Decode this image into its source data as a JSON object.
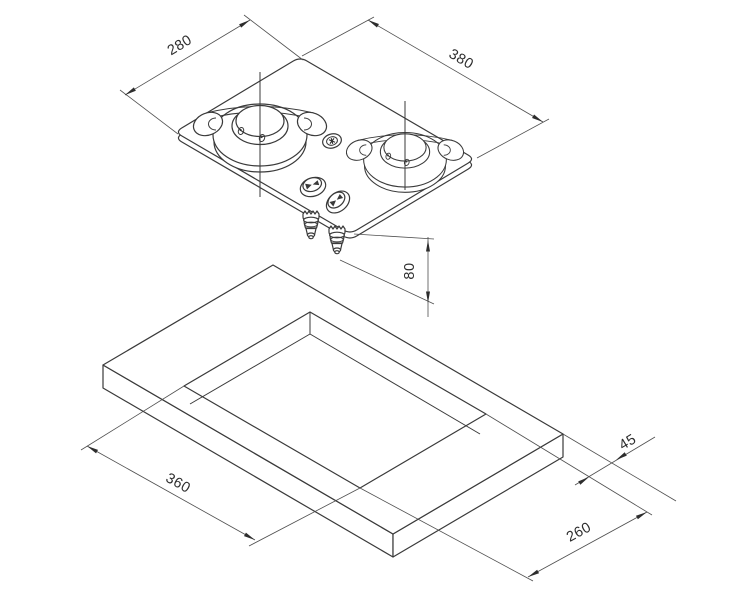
{
  "diagram": {
    "type": "isometric installation drawing",
    "subject": "two-burner built-in gas hob with worktop cutout",
    "dimensions": {
      "hob_width": "280",
      "hob_depth": "380",
      "body_height_below_worktop": "80",
      "cutout_length": "360",
      "cutout_width": "260",
      "edge_offset": "45"
    }
  }
}
